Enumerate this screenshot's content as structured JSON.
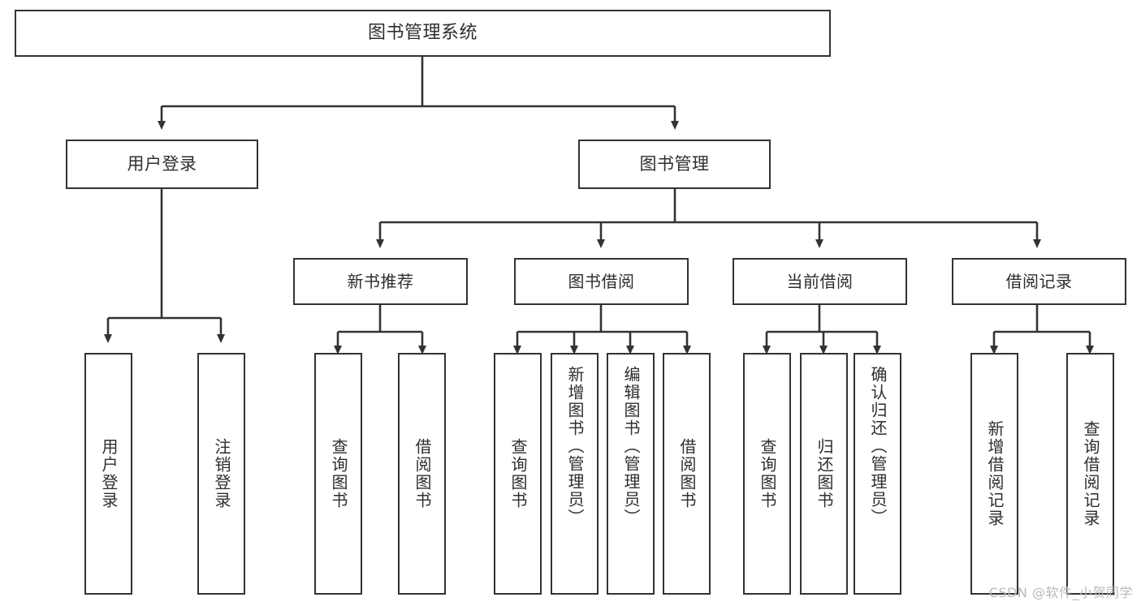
{
  "diagram": {
    "title": "图书管理系统",
    "type": "tree",
    "watermark": "CSDN @软件_小贺同学",
    "colors": {
      "background": "#ffffff",
      "border": "#333333",
      "text": "#2e2e2e",
      "connector": "#333333",
      "watermark": "#b9b9b9"
    }
  },
  "nodes": {
    "root": {
      "label": "图书管理系统"
    },
    "level1": [
      {
        "id": "user-login",
        "label": "用户登录"
      },
      {
        "id": "book-manage",
        "label": "图书管理"
      }
    ],
    "level2": [
      {
        "id": "new-book-rec",
        "label": "新书推荐"
      },
      {
        "id": "book-borrow",
        "label": "图书借阅"
      },
      {
        "id": "current-borrow",
        "label": "当前借阅"
      },
      {
        "id": "borrow-record",
        "label": "借阅记录"
      }
    ],
    "leaves": [
      {
        "id": "leaf-user-login",
        "label": "用户登录",
        "parent": "user-login"
      },
      {
        "id": "leaf-logout",
        "label": "注销登录",
        "parent": "user-login"
      },
      {
        "id": "leaf-query-book-1",
        "label": "查询图书",
        "parent": "new-book-rec"
      },
      {
        "id": "leaf-borrow-book-1",
        "label": "借阅图书",
        "parent": "new-book-rec"
      },
      {
        "id": "leaf-query-book-2",
        "label": "查询图书",
        "parent": "book-borrow"
      },
      {
        "id": "leaf-add-book",
        "label": "新增图书（管理员）",
        "parent": "book-borrow"
      },
      {
        "id": "leaf-edit-book",
        "label": "编辑图书（管理员）",
        "parent": "book-borrow"
      },
      {
        "id": "leaf-borrow-book-2",
        "label": "借阅图书",
        "parent": "book-borrow"
      },
      {
        "id": "leaf-query-book-3",
        "label": "查询图书",
        "parent": "current-borrow"
      },
      {
        "id": "leaf-return-book",
        "label": "归还图书",
        "parent": "current-borrow"
      },
      {
        "id": "leaf-confirm-return",
        "label": "确认归还（管理员）",
        "parent": "current-borrow"
      },
      {
        "id": "leaf-add-record",
        "label": "新增借阅记录",
        "parent": "borrow-record"
      },
      {
        "id": "leaf-query-record",
        "label": "查询借阅记录",
        "parent": "borrow-record"
      }
    ]
  }
}
